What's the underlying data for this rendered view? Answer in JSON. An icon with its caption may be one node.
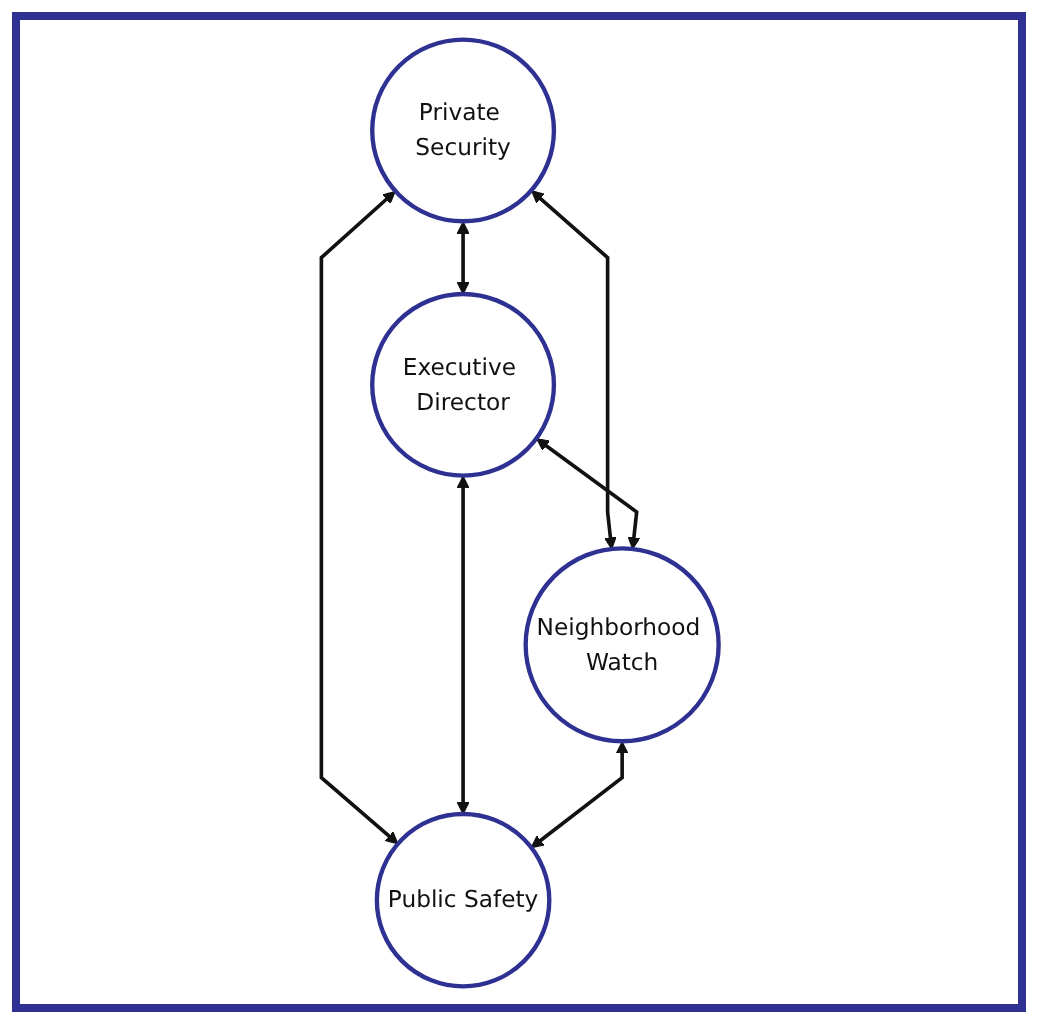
{
  "diagram": {
    "nodes": [
      {
        "text": [
          "Private Security"
        ]
      },
      {
        "text": [
          "Executive Director"
        ]
      },
      {
        "text": [
          "Neighborhood Watch"
        ]
      },
      {
        "text": [
          "Public Safety"
        ]
      }
    ],
    "edges": [
      {
        "from": 0,
        "to": 1,
        "arrow": "both"
      },
      {
        "from": 0,
        "to": 2,
        "arrow": "both"
      },
      {
        "from": 0,
        "to": 3,
        "arrow": "both"
      },
      {
        "from": 1,
        "to": 2,
        "arrow": "both"
      },
      {
        "from": 1,
        "to": 3,
        "arrow": "both"
      },
      {
        "from": 2,
        "to": 3,
        "arrow": "both"
      }
    ]
  }
}
